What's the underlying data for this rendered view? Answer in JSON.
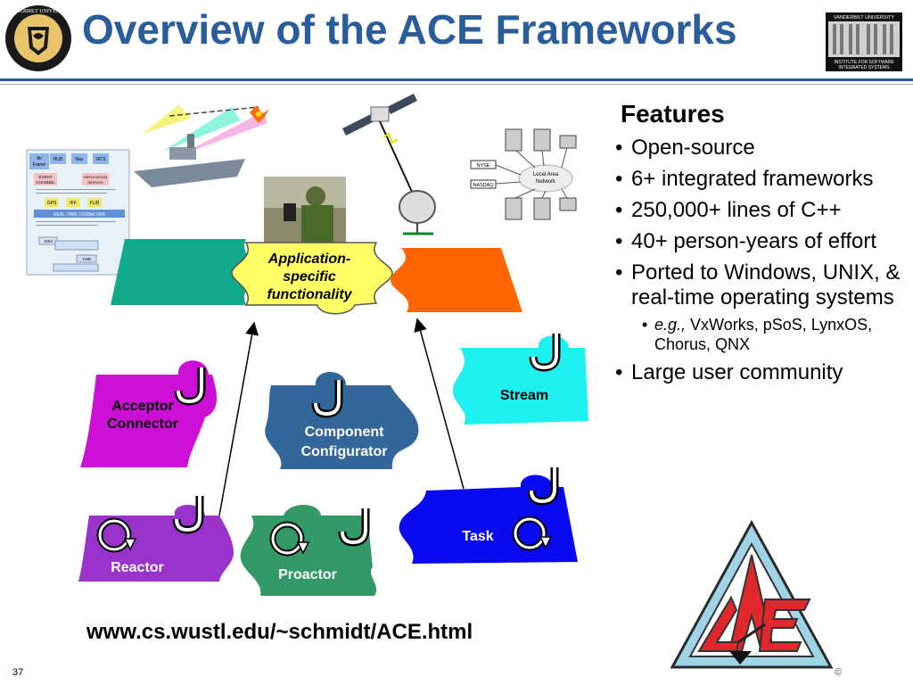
{
  "slide": {
    "title": "Overview of the ACE Frameworks",
    "page_number": "37",
    "copyright": "©",
    "url": "www.cs.wustl.edu/~schmidt/ACE.html"
  },
  "logos": {
    "left": {
      "text": "VANDERBILT UNIVERSITY"
    },
    "right": {
      "line1": "VANDERBILT UNIVERSITY",
      "line2": "INSTITUTE FOR SOFTWARE",
      "line3": "INTEGRATED SYSTEMS"
    }
  },
  "features": {
    "heading": "Features",
    "items": [
      {
        "text": "Open-source"
      },
      {
        "text": "6+ integrated frameworks"
      },
      {
        "text": "250,000+ lines of C++"
      },
      {
        "text": "40+ person-years of effort"
      },
      {
        "text": "Ported to Windows, UNIX, & real-time operating systems"
      },
      {
        "em": "e.g.,",
        "text": " VxWorks, pSoS, LynxOS, Chorus, QNX"
      },
      {
        "text": "Large user community"
      }
    ]
  },
  "puzzle": {
    "app": {
      "line1": "Application-",
      "line2": "specific",
      "line3": "functionality"
    },
    "acceptor": {
      "line1": "Acceptor",
      "line2": "Connector"
    },
    "component": {
      "line1": "Component",
      "line2": "Configurator"
    },
    "stream": "Stream",
    "reactor": "Reactor",
    "proactor": "Proactor",
    "task": "Task"
  },
  "network": {
    "nyse": "NYSE",
    "nasdaq": "NASDAQ",
    "lan1": "Local Area",
    "lan2": "Network"
  },
  "avionics": {
    "air_frame1": "Air",
    "air_frame2": "Frame",
    "hud": "HUD",
    "nav": "Nav",
    "wts": "WTS",
    "gps": "GPS",
    "iff": "IFF",
    "flir": "FLIR",
    "orb": "REAL-TIME CORBA ORB",
    "event": "EVENT",
    "channel": "CHANNEL",
    "replication1": "REPLICATION",
    "replication2": "SERVICE",
    "mission": "1553",
    "ymb": "YMB"
  },
  "colors": {
    "title": "#2a5d9c",
    "green": "#13a98c",
    "yellow": "#ffff66",
    "orange": "#ff6600",
    "magenta": "#cc0fd4",
    "steel": "#336699",
    "cyan": "#1ef0ef",
    "purple": "#9933cc",
    "dark_green": "#339966",
    "blue": "#0a0af0"
  }
}
